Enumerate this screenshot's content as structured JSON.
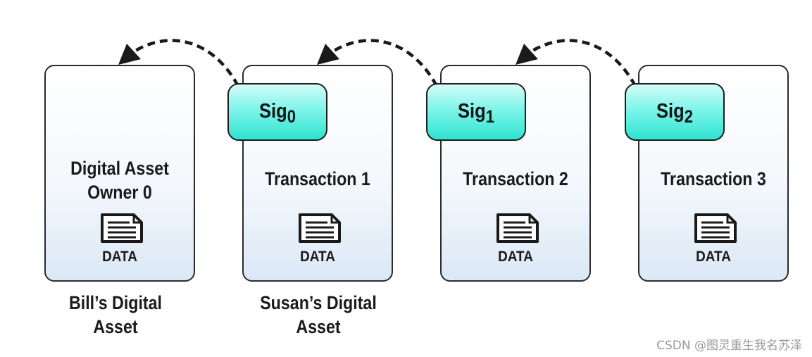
{
  "blocks": [
    {
      "title_lines": [
        "Digital Asset",
        "Owner 0"
      ],
      "data_label": "DATA"
    },
    {
      "title_lines": [
        "Transaction 1"
      ],
      "data_label": "DATA",
      "signature": {
        "base": "Sig",
        "index": "0"
      }
    },
    {
      "title_lines": [
        "Transaction 2"
      ],
      "data_label": "DATA",
      "signature": {
        "base": "Sig",
        "index": "1"
      }
    },
    {
      "title_lines": [
        "Transaction 3"
      ],
      "data_label": "DATA",
      "signature": {
        "base": "Sig",
        "index": "2"
      }
    }
  ],
  "captions": [
    {
      "lines": [
        "Bill’s Digital",
        "Asset"
      ]
    },
    {
      "lines": [
        "Susan’s Digital",
        "Asset"
      ]
    }
  ],
  "watermark": "CSDN @图灵重生我名苏泽",
  "colors": {
    "signature_fill": "#7ff5ea",
    "box_border": "#2b2b2b",
    "box_fill_bottom": "#dbe8f6",
    "arrow": "#1a1a1a"
  },
  "icons": {
    "document": "document-icon",
    "arrow": "dashed-curved-arrow-icon"
  }
}
